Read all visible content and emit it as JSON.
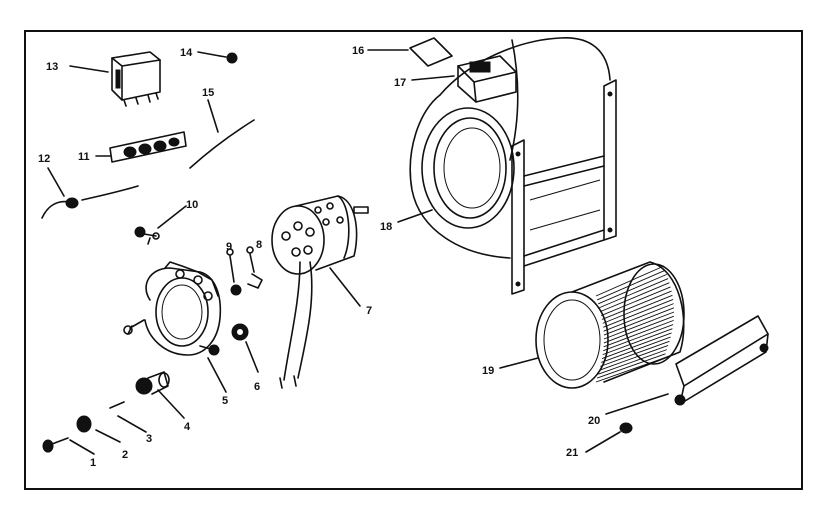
{
  "diagram": {
    "parts": [
      {
        "number": "1"
      },
      {
        "number": "2"
      },
      {
        "number": "3"
      },
      {
        "number": "4"
      },
      {
        "number": "5"
      },
      {
        "number": "6"
      },
      {
        "number": "7"
      },
      {
        "number": "8"
      },
      {
        "number": "9"
      },
      {
        "number": "10"
      },
      {
        "number": "11"
      },
      {
        "number": "12"
      },
      {
        "number": "13"
      },
      {
        "number": "14"
      },
      {
        "number": "15"
      },
      {
        "number": "16"
      },
      {
        "number": "17"
      },
      {
        "number": "18"
      },
      {
        "number": "19"
      },
      {
        "number": "20"
      },
      {
        "number": "21"
      }
    ]
  }
}
